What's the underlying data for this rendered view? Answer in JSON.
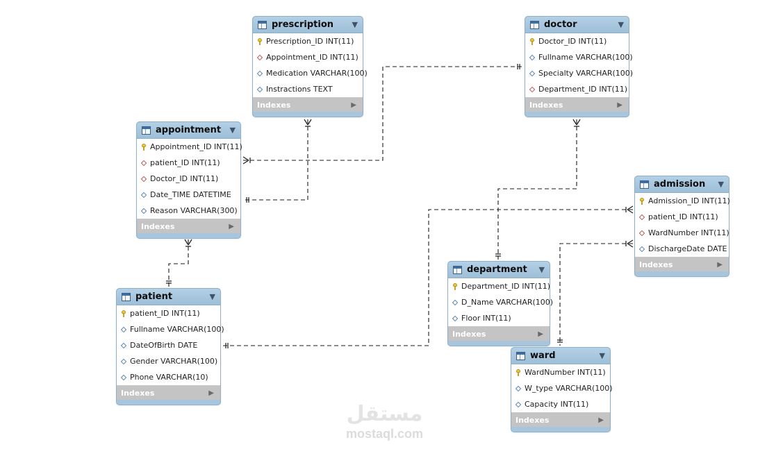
{
  "diagram": {
    "tables": [
      {
        "id": "prescription",
        "name": "prescription",
        "footer": "Indexes",
        "columns": [
          {
            "kind": "pk",
            "text": "Prescription_ID INT(11)"
          },
          {
            "kind": "fk",
            "text": "Appointment_ID INT(11)"
          },
          {
            "kind": "attr",
            "text": "Medication VARCHAR(100)"
          },
          {
            "kind": "attr",
            "text": "Instractions TEXT"
          }
        ]
      },
      {
        "id": "doctor",
        "name": "doctor",
        "footer": "Indexes",
        "columns": [
          {
            "kind": "pk",
            "text": "Doctor_ID INT(11)"
          },
          {
            "kind": "attr",
            "text": "Fullname VARCHAR(100)"
          },
          {
            "kind": "attr",
            "text": "Specialty VARCHAR(100)"
          },
          {
            "kind": "fk",
            "text": "Department_ID INT(11)"
          }
        ]
      },
      {
        "id": "appointment",
        "name": "appointment",
        "footer": "Indexes",
        "columns": [
          {
            "kind": "pk",
            "text": "Appointment_ID INT(11)"
          },
          {
            "kind": "fk",
            "text": "patient_ID INT(11)"
          },
          {
            "kind": "fk",
            "text": "Doctor_ID INT(11)"
          },
          {
            "kind": "attr",
            "text": "Date_TIME DATETIME"
          },
          {
            "kind": "attr",
            "text": "Reason VARCHAR(300)"
          }
        ]
      },
      {
        "id": "admission",
        "name": "admission",
        "footer": "Indexes",
        "columns": [
          {
            "kind": "pk",
            "text": "Admission_ID INT(11)"
          },
          {
            "kind": "fk",
            "text": "patient_ID INT(11)"
          },
          {
            "kind": "fk",
            "text": "WardNumber INT(11)"
          },
          {
            "kind": "attr",
            "text": "DischargeDate DATE"
          }
        ]
      },
      {
        "id": "department",
        "name": "department",
        "footer": "Indexes",
        "columns": [
          {
            "kind": "pk",
            "text": "Department_ID INT(11)"
          },
          {
            "kind": "attr",
            "text": "D_Name VARCHAR(100)"
          },
          {
            "kind": "attr",
            "text": "Floor INT(11)"
          }
        ]
      },
      {
        "id": "patient",
        "name": "patient",
        "footer": "Indexes",
        "columns": [
          {
            "kind": "pk",
            "text": "patient_ID INT(11)"
          },
          {
            "kind": "attr",
            "text": "Fullname VARCHAR(100)"
          },
          {
            "kind": "attr",
            "text": "DateOfBirth DATE"
          },
          {
            "kind": "attr",
            "text": "Gender VARCHAR(100)"
          },
          {
            "kind": "attr",
            "text": "Phone VARCHAR(10)"
          }
        ]
      },
      {
        "id": "ward",
        "name": "ward",
        "footer": "Indexes",
        "columns": [
          {
            "kind": "pk",
            "text": "WardNumber INT(11)"
          },
          {
            "kind": "attr",
            "text": "W_type VARCHAR(100)"
          },
          {
            "kind": "attr",
            "text": "Capacity INT(11)"
          }
        ]
      }
    ],
    "relationships": [
      {
        "from": "prescription",
        "to": "appointment",
        "from_card": "many",
        "to_card": "one"
      },
      {
        "from": "appointment",
        "to": "doctor",
        "from_card": "many",
        "to_card": "one"
      },
      {
        "from": "appointment",
        "to": "patient",
        "from_card": "many",
        "to_card": "one"
      },
      {
        "from": "doctor",
        "to": "department",
        "from_card": "many",
        "to_card": "one"
      },
      {
        "from": "admission",
        "to": "patient",
        "from_card": "many",
        "to_card": "one"
      },
      {
        "from": "admission",
        "to": "ward",
        "from_card": "many",
        "to_card": "one"
      }
    ],
    "line_style": "dashed",
    "colors": {
      "header": "#a7c6de",
      "footer": "#c4c4c4",
      "line": "#1a1a1a",
      "pk_icon": "#f0c93a"
    }
  },
  "icons": {
    "table": "table-icon",
    "primary_key": "key-icon",
    "column": "diamond-icon",
    "collapse": "triangle-down-icon",
    "expand": "triangle-right-icon"
  },
  "watermark": {
    "logo": "مستقل",
    "text": "mostaql.com"
  }
}
